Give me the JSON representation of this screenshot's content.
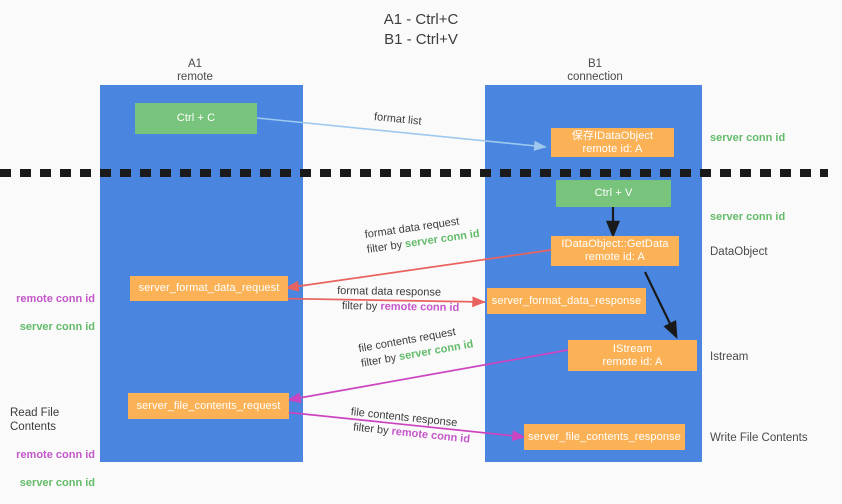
{
  "diagram": {
    "title": "A1 - Ctrl+C\nB1 - Ctrl+V",
    "colors": {
      "lane": "#4a86e0",
      "green_box": "#79c47c",
      "orange_box": "#fbb256",
      "server_conn_id": "#63bb6a",
      "remote_conn_id": "#c457c9",
      "red_arrow": "#e8635f",
      "magenta_arrow": "#cc44c0",
      "light_blue_arrow": "#9fc8ee",
      "black_arrow": "#1a1a1a",
      "background": "#fafafa"
    },
    "lanes": [
      {
        "id": "a1",
        "header": "A1\nremote"
      },
      {
        "id": "b1",
        "header": "B1\nconnection"
      }
    ],
    "boxes": [
      {
        "id": "ctrl-c",
        "label": "Ctrl + C",
        "kind": "green"
      },
      {
        "id": "save-idataobject",
        "label": "保存IDataObject\nremote id: A",
        "kind": "orange"
      },
      {
        "id": "ctrl-v",
        "label": "Ctrl + V",
        "kind": "green"
      },
      {
        "id": "idataobject-getdata",
        "label": "IDataObject::GetData\nremote id: A",
        "kind": "orange"
      },
      {
        "id": "server-format-data-request",
        "label": "server_format_data_request",
        "kind": "orange"
      },
      {
        "id": "server-format-data-response",
        "label": "server_format_data_response",
        "kind": "orange"
      },
      {
        "id": "istream",
        "label": "IStream\nremote id: A",
        "kind": "orange"
      },
      {
        "id": "server-file-contents-request",
        "label": "server_file_contents_request",
        "kind": "orange"
      },
      {
        "id": "server-file-contents-response",
        "label": "server_file_contents_response",
        "kind": "orange"
      }
    ],
    "right_notes": [
      {
        "id": "server-conn-id-top",
        "text": "server conn id",
        "style": "green"
      },
      {
        "id": "server-conn-id-second",
        "text": "server conn id",
        "style": "green"
      },
      {
        "id": "dataobject",
        "text": "DataObject",
        "style": "plain"
      },
      {
        "id": "istream-note",
        "text": "Istream",
        "style": "plain"
      },
      {
        "id": "write-file-contents",
        "text": "Write File Contents",
        "style": "plain"
      }
    ],
    "left_notes": {
      "format_block": {
        "remote": "remote conn id",
        "server": "server conn id"
      },
      "file_block": {
        "title": "Read File Contents",
        "remote": "remote conn id",
        "server": "server conn id"
      }
    },
    "edges": [
      {
        "id": "format-list",
        "line1": "format list",
        "line2": "",
        "filter_prefix": "",
        "filter_value": "",
        "color": "#9fc8ee"
      },
      {
        "id": "format-data-request",
        "line1": "format data request",
        "line2_prefix": "filter by ",
        "line2_value": "server conn id",
        "line2_value_style": "green",
        "color": "#e8635f"
      },
      {
        "id": "format-data-response",
        "line1": "format data response",
        "line2_prefix": "filter by ",
        "line2_value": "remote conn id",
        "line2_value_style": "purple",
        "color": "#e8635f"
      },
      {
        "id": "file-contents-request",
        "line1": "file contents request",
        "line2_prefix": "filter by ",
        "line2_value": "server conn id",
        "line2_value_style": "green",
        "color": "#cc44c0"
      },
      {
        "id": "file-contents-response",
        "line1": "file contents response",
        "line2_prefix": "filter by ",
        "line2_value": "remote conn id",
        "line2_value_style": "purple",
        "color": "#cc44c0"
      }
    ],
    "divider": {
      "id": "dashed-divider",
      "style": "dashed-black"
    }
  }
}
